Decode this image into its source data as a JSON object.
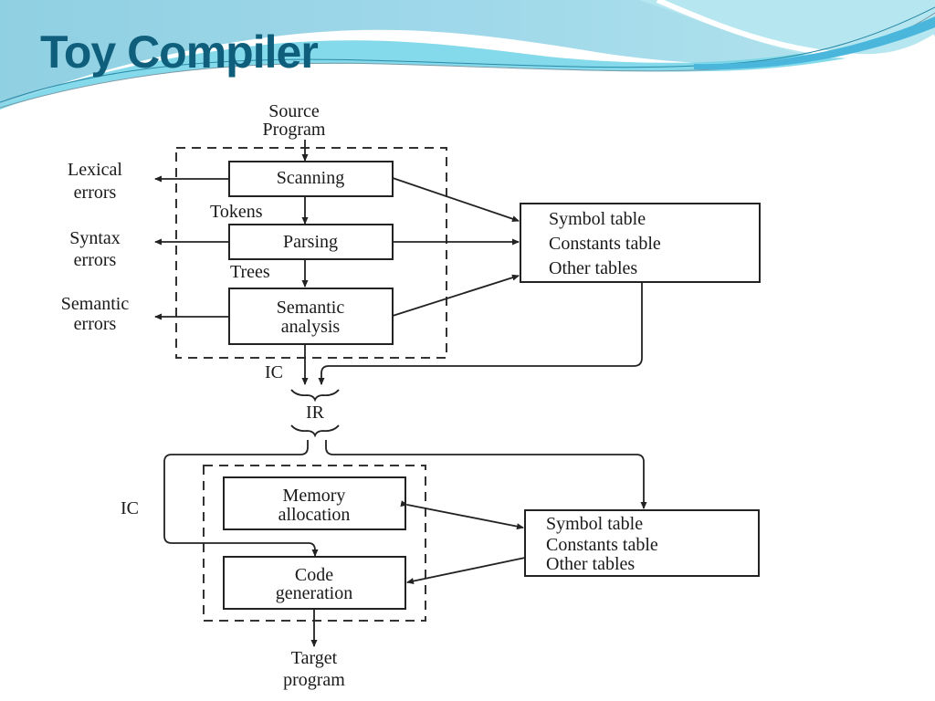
{
  "slide": {
    "title": "Toy Compiler",
    "colors": {
      "title": "#0f5f7c",
      "header_wave_light": "#a6dde8",
      "header_wave_mid": "#6fd3e6",
      "header_wave_dark": "#4ab6dc"
    }
  },
  "diagram": {
    "front_end": {
      "input": [
        "Source",
        "Program"
      ],
      "stages": [
        {
          "name": "Scanning",
          "lines": [
            "Scanning"
          ],
          "error": [
            "Lexical",
            "errors"
          ]
        },
        {
          "name": "Parsing",
          "lines": [
            "Parsing"
          ],
          "error": [
            "Syntax",
            "errors"
          ]
        },
        {
          "name": "Semantic analysis",
          "lines": [
            "Semantic",
            "analysis"
          ],
          "error": [
            "Semantic",
            "errors"
          ]
        }
      ],
      "edge_labels": {
        "scan_to_parse": "Tokens",
        "parse_to_semantic": "Trees",
        "output": "IC"
      }
    },
    "tables_top": [
      "Symbol table",
      "Constants table",
      "Other tables"
    ],
    "intermediate": "IR",
    "back_end": {
      "input_label": "IC",
      "stages": [
        {
          "name": "Memory allocation",
          "lines": [
            "Memory",
            "allocation"
          ]
        },
        {
          "name": "Code generation",
          "lines": [
            "Code",
            "generation"
          ]
        }
      ],
      "output": [
        "Target",
        "program"
      ]
    },
    "tables_bottom": [
      "Symbol table",
      "Constants table",
      "Other tables"
    ]
  }
}
